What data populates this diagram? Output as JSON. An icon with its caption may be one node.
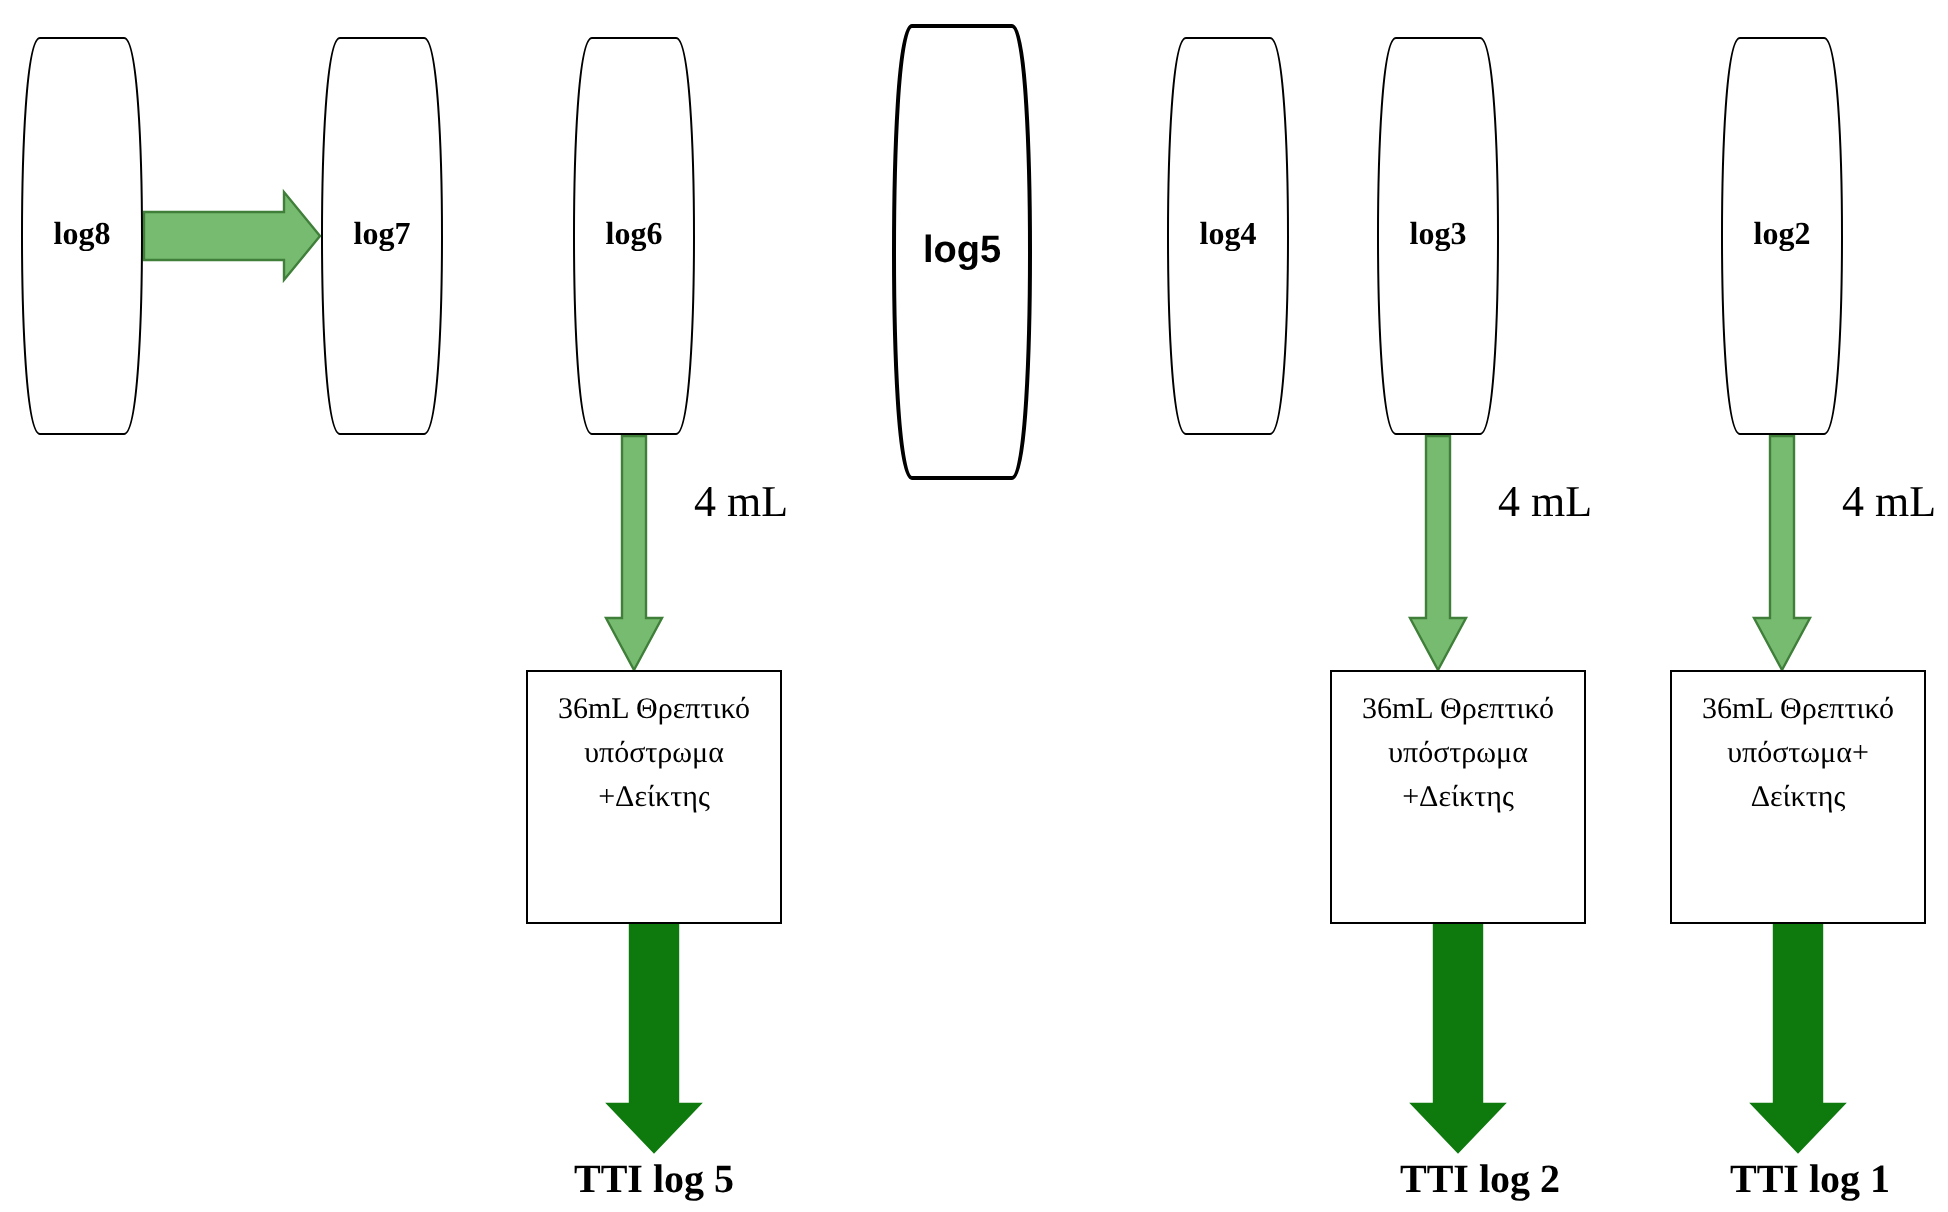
{
  "diagram": {
    "nodes": [
      {
        "text": [
          "log8"
        ]
      },
      {
        "text": [
          "log7"
        ]
      },
      {
        "text": [
          "log6"
        ]
      },
      {
        "text": [
          "log5"
        ]
      },
      {
        "text": [
          "log4"
        ]
      },
      {
        "text": [
          "log3"
        ]
      },
      {
        "text": [
          "log2"
        ]
      },
      {
        "text": [
          "36mL Θρεπτικό υπόστρωμα +Δείκτης"
        ]
      },
      {
        "text": [
          "36mL Θρεπτικό υπόστρωμα +Δείκτης"
        ]
      },
      {
        "text": [
          "36mL Θρεπτικό υπόστωμα+ Δείκτης"
        ]
      },
      {
        "text": [
          "TTI log 5"
        ]
      },
      {
        "text": [
          "TTI log 2"
        ]
      },
      {
        "text": [
          "TTI log 1"
        ]
      }
    ],
    "edges": [
      {
        "from": 0,
        "to": 1,
        "arrow": "to"
      },
      {
        "from": 2,
        "to": 7,
        "arrow": "to",
        "label": "4 mL"
      },
      {
        "from": 5,
        "to": 8,
        "arrow": "to",
        "label": "4 mL"
      },
      {
        "from": 6,
        "to": 9,
        "arrow": "to",
        "label": "4 mL"
      },
      {
        "from": 7,
        "to": 10,
        "arrow": "to",
        "color": "#0e7a0e"
      },
      {
        "from": 8,
        "to": 11,
        "arrow": "to",
        "color": "#0e7a0e"
      },
      {
        "from": 9,
        "to": 12,
        "arrow": "to",
        "color": "#0e7a0e"
      }
    ]
  }
}
